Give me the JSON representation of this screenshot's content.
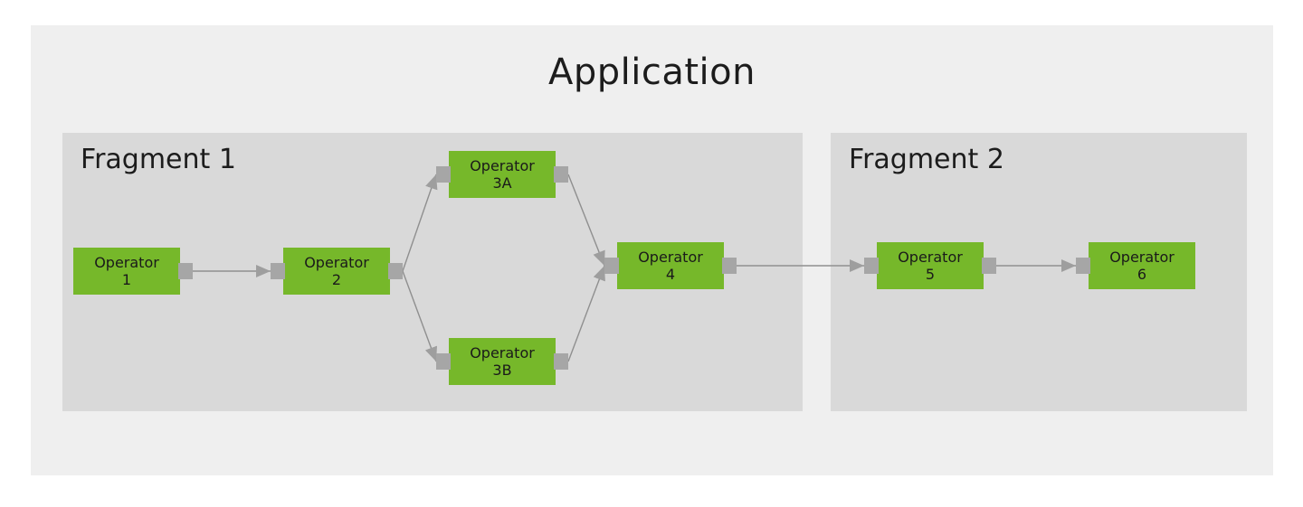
{
  "diagram": {
    "title": "Application",
    "fragments": [
      {
        "label": "Fragment 1"
      },
      {
        "label": "Fragment 2"
      }
    ],
    "operators": [
      {
        "id": "1",
        "line1": "Operator",
        "line2": "1",
        "fragment": "Fragment 1",
        "ports": {
          "input": false,
          "output": true
        }
      },
      {
        "id": "2",
        "line1": "Operator",
        "line2": "2",
        "fragment": "Fragment 1",
        "ports": {
          "input": true,
          "output": true
        }
      },
      {
        "id": "3A",
        "line1": "Operator",
        "line2": "3A",
        "fragment": "Fragment 1",
        "ports": {
          "input": true,
          "output": true
        }
      },
      {
        "id": "3B",
        "line1": "Operator",
        "line2": "3B",
        "fragment": "Fragment 1",
        "ports": {
          "input": true,
          "output": true
        }
      },
      {
        "id": "4",
        "line1": "Operator",
        "line2": "4",
        "fragment": "Fragment 1",
        "ports": {
          "input": true,
          "output": true
        }
      },
      {
        "id": "5",
        "line1": "Operator",
        "line2": "5",
        "fragment": "Fragment 2",
        "ports": {
          "input": true,
          "output": true
        }
      },
      {
        "id": "6",
        "line1": "Operator",
        "line2": "6",
        "fragment": "Fragment 2",
        "ports": {
          "input": true,
          "output": false
        }
      }
    ],
    "edges": [
      {
        "from": "1",
        "to": "2"
      },
      {
        "from": "2",
        "to": "3A"
      },
      {
        "from": "2",
        "to": "3B"
      },
      {
        "from": "3A",
        "to": "4"
      },
      {
        "from": "3B",
        "to": "4"
      },
      {
        "from": "4",
        "to": "5"
      },
      {
        "from": "5",
        "to": "6"
      }
    ],
    "colors": {
      "page_background": "#ffffff",
      "application_box": "#efefef",
      "fragment_box": "#d9d9d9",
      "operator_green": "#76b82a",
      "operator_text": "#1a1a1a",
      "port_gray": "#a6a6a6",
      "arrow_gray": "#9e9e9e",
      "line_gray": "#8f8f8f",
      "title_text": "#1c1c1c"
    }
  }
}
